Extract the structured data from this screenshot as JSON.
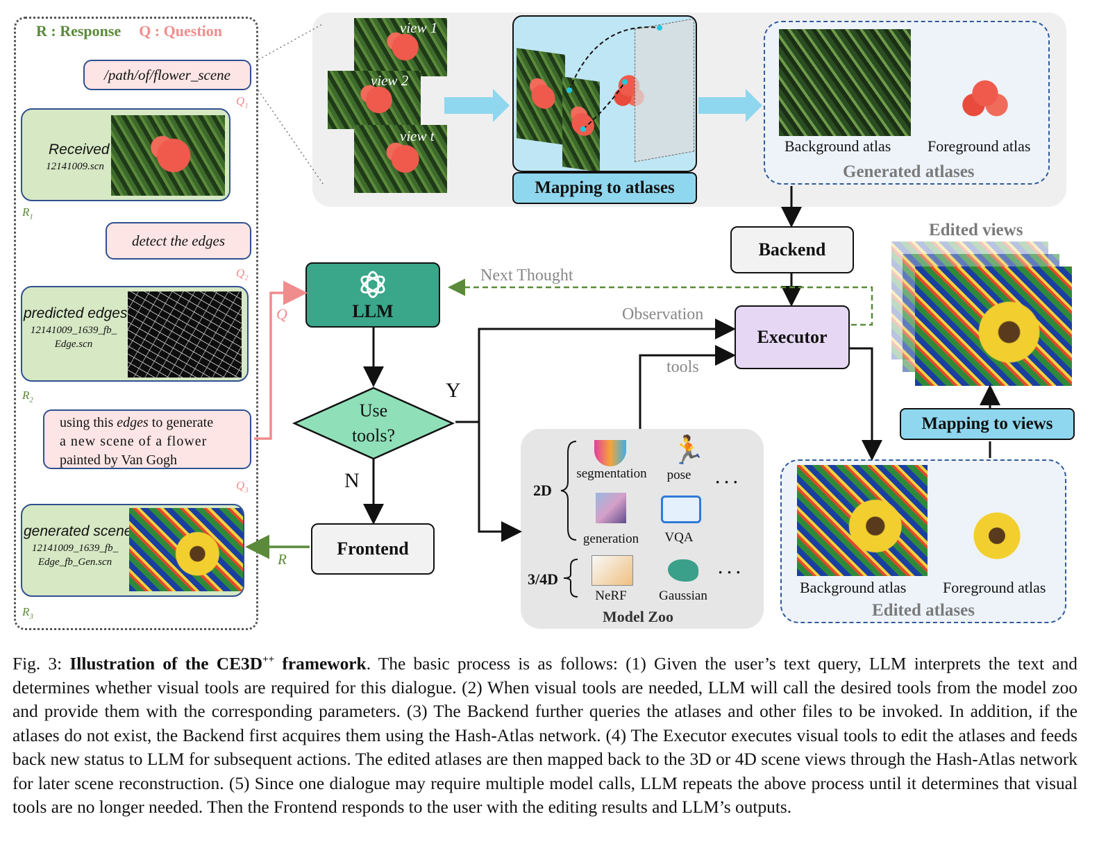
{
  "legend": {
    "response": "R : Response",
    "question": "Q : Question"
  },
  "questions": [
    {
      "text": "/path/of/flower_scene",
      "label": "Q1"
    },
    {
      "text": "detect the edges",
      "label": "Q2"
    },
    {
      "text_parts": [
        "using this ",
        "edges",
        " to generate",
        "a new scene of a flower",
        "painted by Van Gogh"
      ],
      "label": "Q3"
    }
  ],
  "responses": [
    {
      "title": "Received",
      "file": "12141009.scn",
      "label": "R1"
    },
    {
      "title": "predicted edges",
      "file": "12141009_1639_fb_ Edge.scn",
      "label": "R2"
    },
    {
      "title": "generated scene",
      "file": "12141009_1639_fb_ Edge_fb_Gen.scn",
      "label": "R3"
    }
  ],
  "top": {
    "views": [
      "view 1",
      "view 2",
      "view t"
    ],
    "mapping_to_atlases": "Mapping to atlases",
    "background_atlas": "Background atlas",
    "foreground_atlas": "Foreground atlas",
    "generated_atlases": "Generated atlases"
  },
  "flow": {
    "llm": "LLM",
    "use_tools": [
      "Use",
      "tools?"
    ],
    "yes": "Y",
    "no": "N",
    "frontend": "Frontend",
    "backend": "Backend",
    "executor": "Executor",
    "next_thought": "Next Thought",
    "observation": "Observation",
    "tools": "tools",
    "q_arrow": "Q",
    "r_arrow": "R"
  },
  "zoo": {
    "title": "Model Zoo",
    "dim2": "2D",
    "dim34": "3/4D",
    "tools_2d": [
      "segmentation",
      "pose",
      "generation",
      "VQA"
    ],
    "tools_34d": [
      "NeRF",
      "Gaussian"
    ],
    "ellipsis": "· · ·"
  },
  "right": {
    "edited_views": "Edited views",
    "mapping_to_views": "Mapping to views",
    "background_atlas": "Background atlas",
    "foreground_atlas": "Foreground atlas",
    "edited_atlases": "Edited atlases"
  },
  "caption": {
    "prefix": "Fig. 3: ",
    "bold": "Illustration of the CE3D",
    "sup": "++",
    "bold2": " framework",
    "body": ". The basic process is as follows: (1) Given the user’s text query, LLM interprets the text and determines whether visual tools are required for this dialogue. (2) When visual tools are needed, LLM will call the desired tools from the model zoo and provide them with the corresponding parameters. (3) The Backend further queries the atlases and other files to be invoked. In addition, if the atlases do not exist, the Backend first acquires them using the Hash-Atlas network. (4) The Executor executes visual tools to edit the atlases and feeds back new status to LLM for subsequent actions. The edited atlases are then mapped back to the 3D or 4D scene views through the Hash-Atlas network for later scene reconstruction. (5) Since one dialogue may require multiple model calls, LLM repeats the above process until it determines that visual tools are no longer needed. Then the Frontend responds to the user with the editing results and LLM’s outputs."
  },
  "colors": {
    "llm_fill": "#3aa68a",
    "diamond_fill": "#8fe0b8",
    "executor_fill": "#e6d8f5",
    "mapping_fill": "#8fd7ee",
    "response_fill": "#d6e8c4",
    "question_fill": "#fde5e5",
    "response_arrow": "#5a8a3a",
    "question_arrow": "#f08c8c"
  }
}
